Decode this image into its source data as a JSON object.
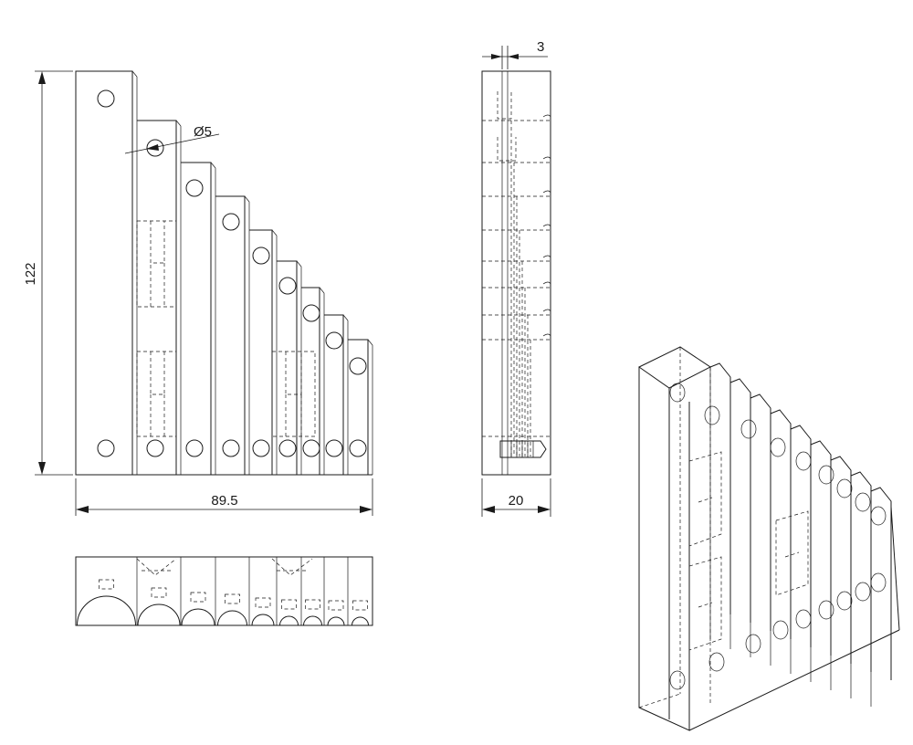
{
  "dimensions": {
    "height": "122",
    "width": "89.5",
    "hole_diameter": "Ø5",
    "side_thickness": "3",
    "side_depth": "20"
  },
  "colors": {
    "line": "#1a1a1a",
    "background": "#ffffff"
  }
}
